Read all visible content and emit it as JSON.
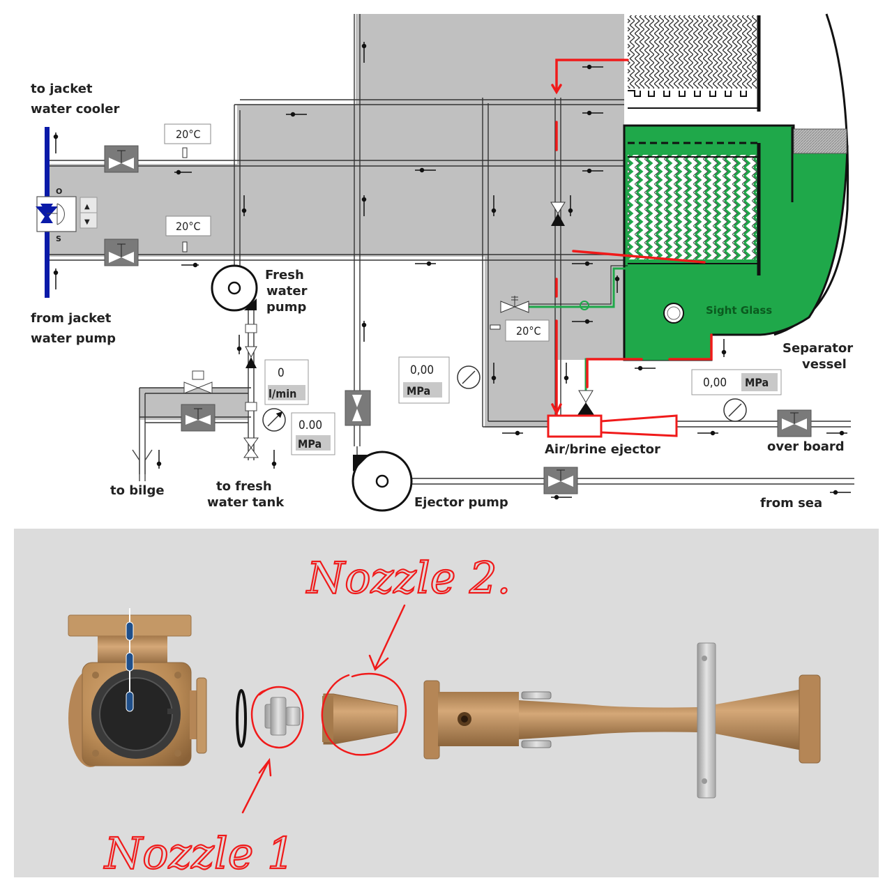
{
  "schematic": {
    "labels": {
      "to_jacket_cooler": [
        "to jacket",
        "water cooler"
      ],
      "from_jacket_pump": [
        "from jacket",
        "water pump"
      ],
      "fresh_water_pump": [
        "Fresh",
        "water",
        "pump"
      ],
      "to_bilge": "to bilge",
      "to_fresh_water_tank": [
        "to fresh",
        "water tank"
      ],
      "ejector_pump": "Ejector pump",
      "air_brine_ejector": "Air/brine ejector",
      "over_board": "over board",
      "from_sea": "from sea",
      "separator_vessel": [
        "Separator",
        "vessel"
      ],
      "sight_glass": "Sight Glass",
      "valve_open": "O",
      "valve_shut": "S"
    },
    "readouts": {
      "temp_top": "20°C",
      "temp_bottom": "20°C",
      "temp_condenser": "20°C",
      "flow_value": "0",
      "flow_unit": "l/min",
      "fw_pressure_value": "0.00",
      "fw_pressure_unit": "MPa",
      "ejector_pressure_value": "0,00",
      "ejector_pressure_unit": "MPa",
      "overboard_pressure_value": "0,00",
      "overboard_pressure_unit": "MPa"
    },
    "stepper": {
      "up": "▲",
      "down": "▼"
    },
    "colors": {
      "jacket_line": "#0a1aa8",
      "seawater_fill": "#c0c0c0",
      "brine_green": "#1fa84a",
      "annotation_red": "#f01a1a"
    }
  },
  "photo": {
    "annotations": {
      "nozzle_1": "Nozzle 1",
      "nozzle_2": "Nozzle 2."
    },
    "colors": {
      "bronze": "#b98a55",
      "background": "#d9d9d9"
    }
  }
}
